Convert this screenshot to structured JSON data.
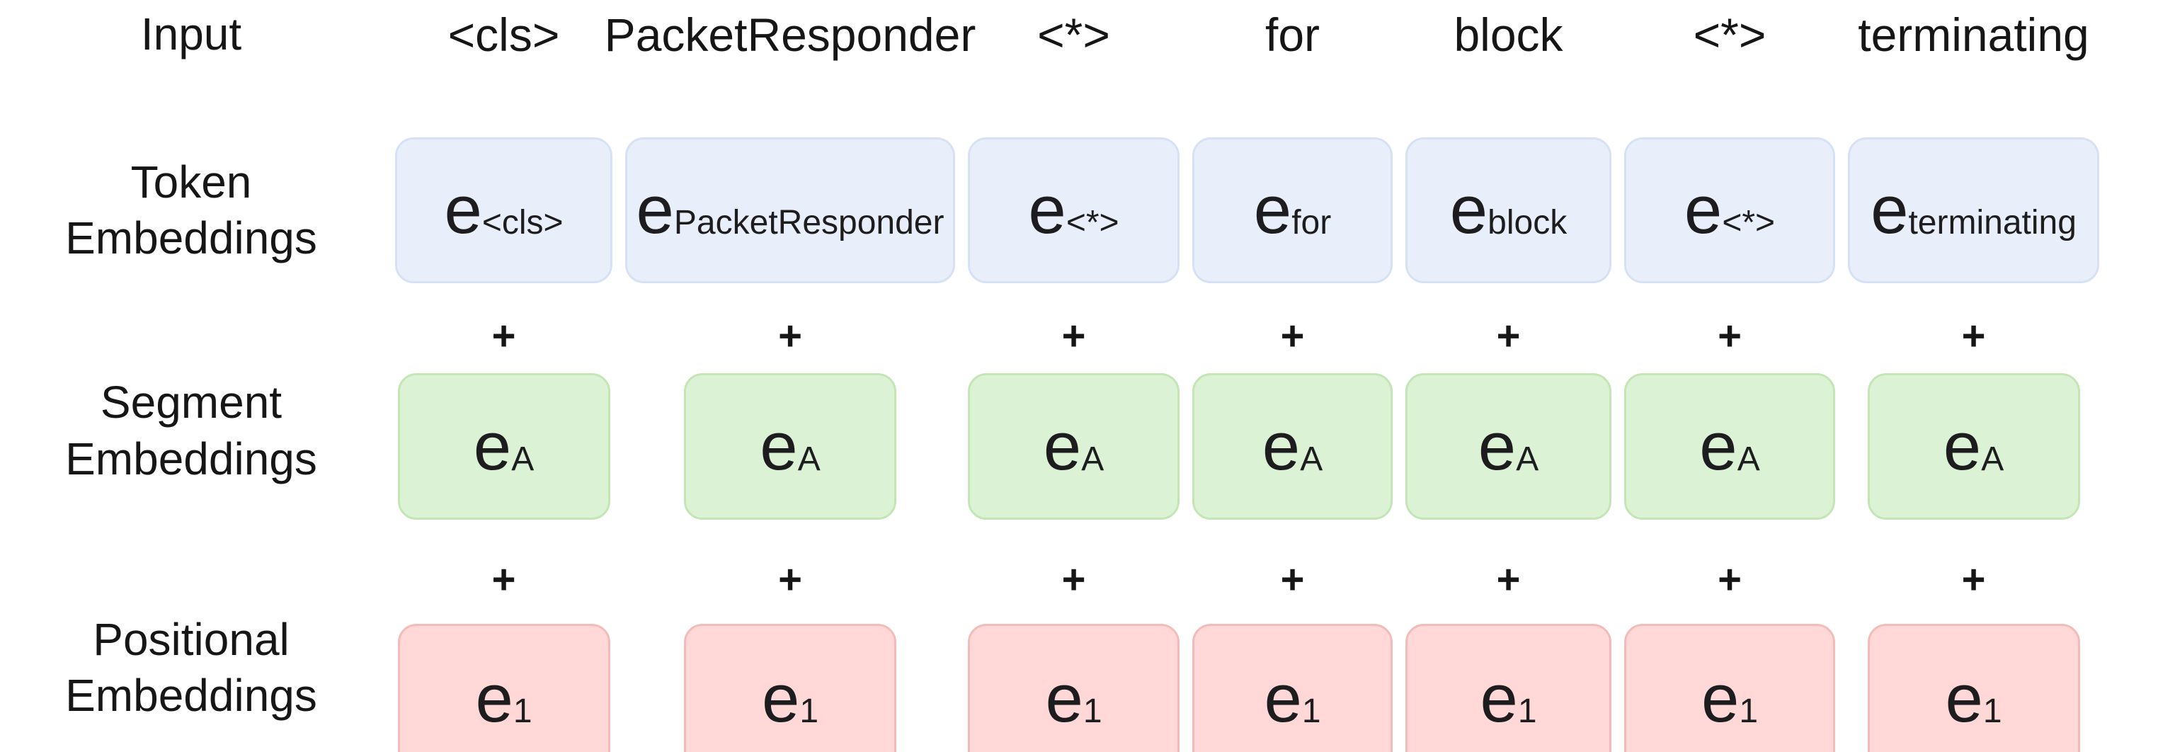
{
  "figure": {
    "row_labels": {
      "input": "Input",
      "token": [
        "Token",
        "Embeddings"
      ],
      "segment": [
        "Segment",
        "Embeddings"
      ],
      "positional": [
        "Positional",
        "Embeddings"
      ]
    },
    "plus": "+",
    "embedding_symbol": "e",
    "columns": [
      {
        "input_token": "<cls>",
        "token_subscript": "<cls>",
        "segment_subscript": "A",
        "positional_subscript": "1"
      },
      {
        "input_token": "PacketResponder",
        "token_subscript": "PacketResponder",
        "segment_subscript": "A",
        "positional_subscript": "1"
      },
      {
        "input_token": "<*>",
        "token_subscript": "<*>",
        "segment_subscript": "A",
        "positional_subscript": "1"
      },
      {
        "input_token": "for",
        "token_subscript": "for",
        "segment_subscript": "A",
        "positional_subscript": "1"
      },
      {
        "input_token": "block",
        "token_subscript": "block",
        "segment_subscript": "A",
        "positional_subscript": "1"
      },
      {
        "input_token": "<*>",
        "token_subscript": "<*>",
        "segment_subscript": "A",
        "positional_subscript": "1"
      },
      {
        "input_token": "terminating",
        "token_subscript": "terminating",
        "segment_subscript": "A",
        "positional_subscript": "1"
      }
    ],
    "colors": {
      "token_box_fill": "#E9EFFA",
      "token_box_border": "#D7E1F4",
      "segment_box_fill": "#DCF2D5",
      "segment_box_border": "#C4E5B6",
      "positional_box_fill": "#FFD8D7",
      "positional_box_border": "#F3BCBA",
      "text": "#1D1D1F"
    }
  }
}
